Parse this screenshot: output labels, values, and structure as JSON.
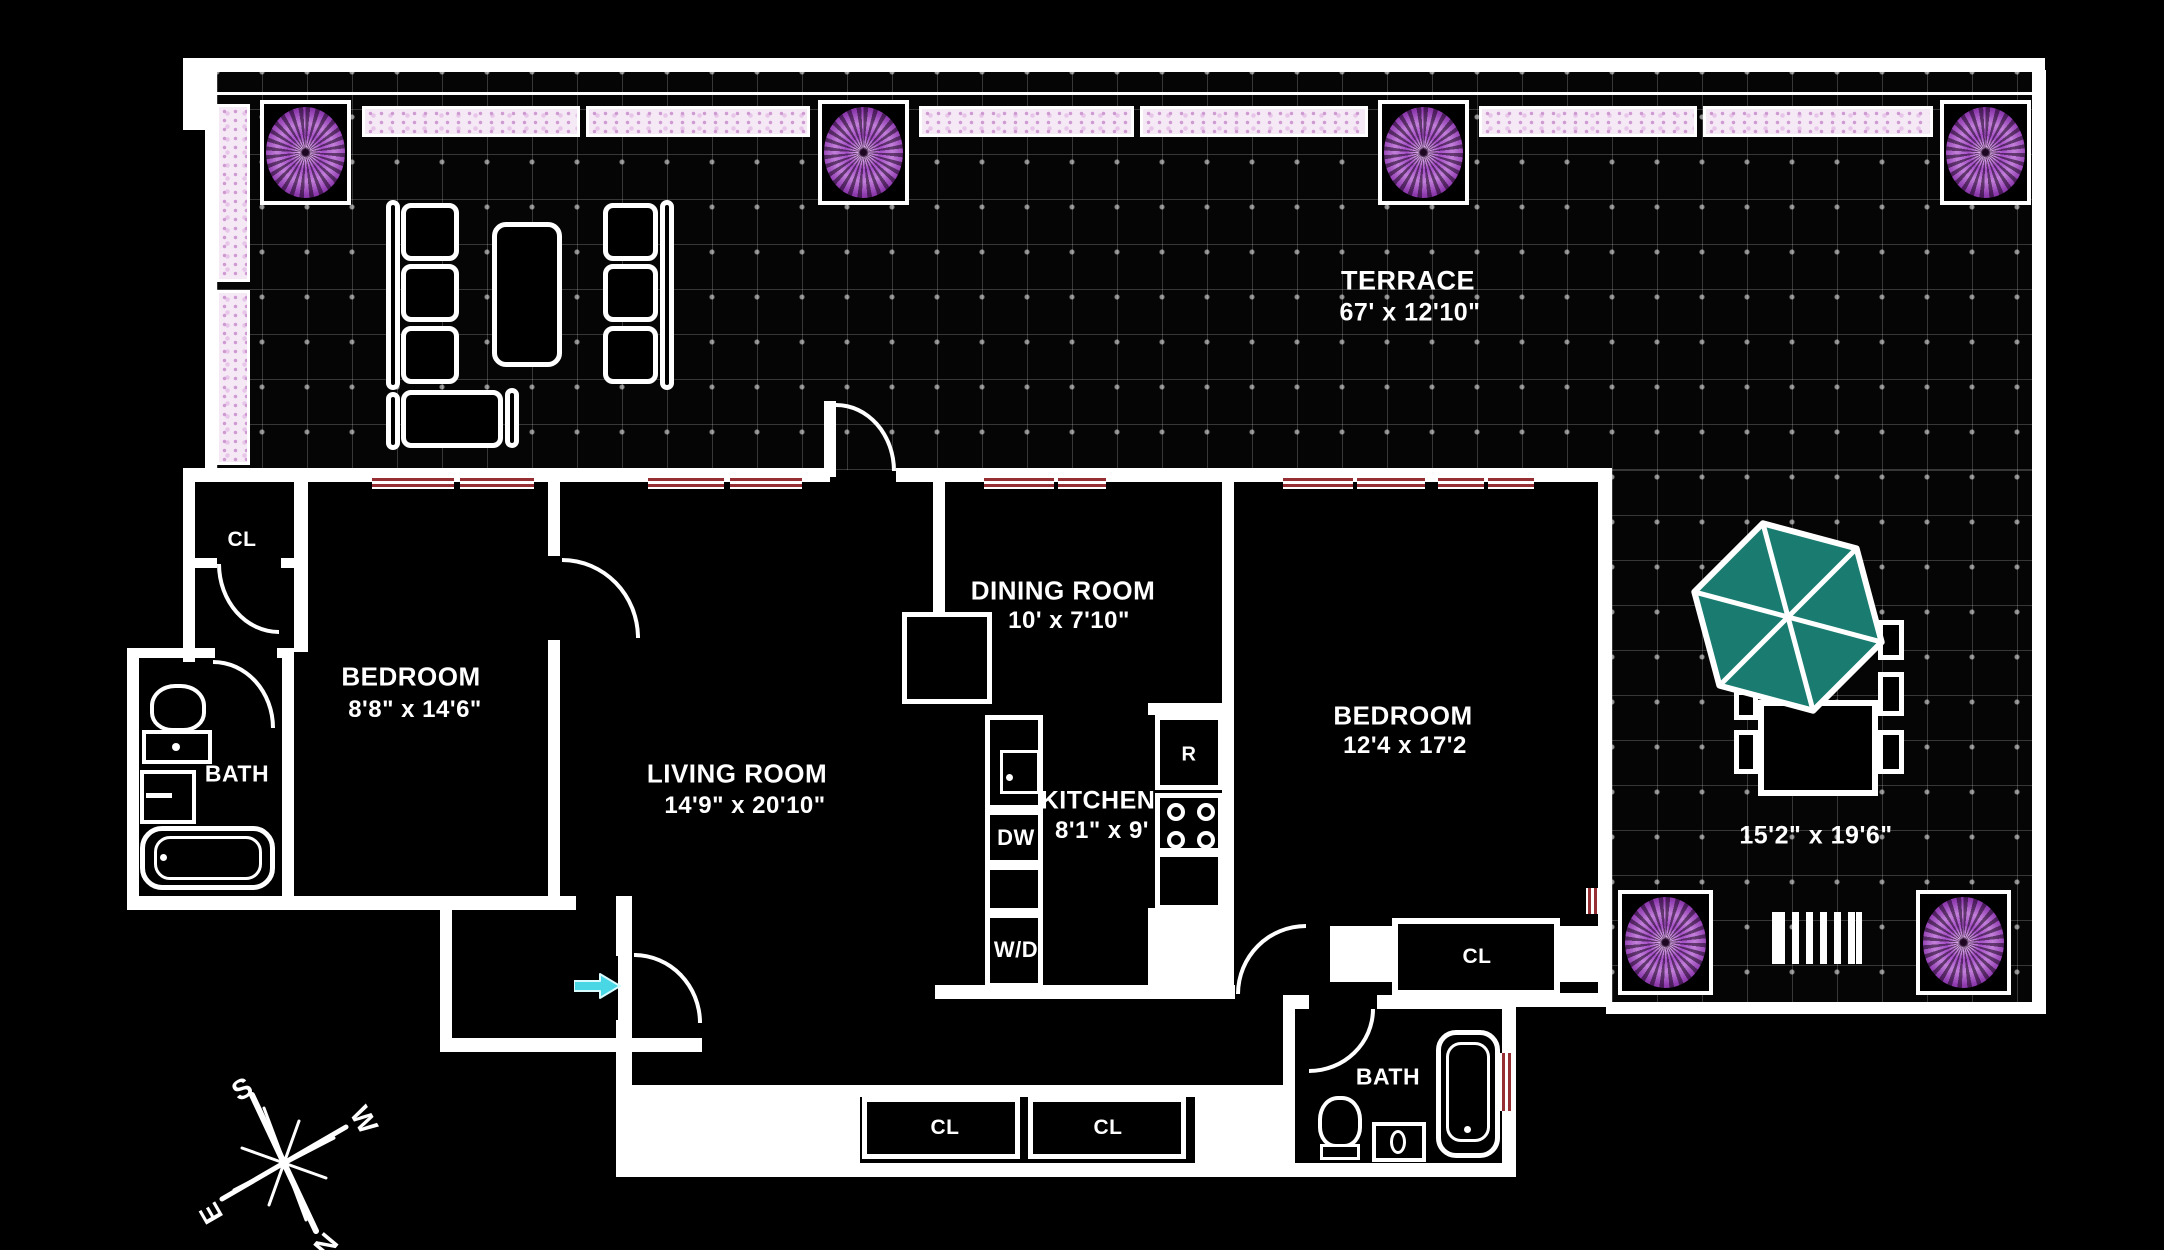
{
  "terrace": {
    "label": "TERRACE",
    "dims": "67' x 12'10\"",
    "right_dims": "15'2\" x 19'6\""
  },
  "rooms": {
    "bedroom1": {
      "label": "BEDROOM",
      "dims": "8'8\" x 14'6\""
    },
    "living": {
      "label": "LIVING ROOM",
      "dims": "14'9\" x 20'10\""
    },
    "dining": {
      "label": "DINING ROOM",
      "dims": "10' x 7'10\""
    },
    "kitchen": {
      "label": "KITCHEN",
      "dims": "8'1\" x 9'"
    },
    "bedroom2": {
      "label": "BEDROOM",
      "dims": "12'4 x 17'2"
    },
    "bath": {
      "label": "BATH"
    },
    "closet": {
      "label": "CL"
    }
  },
  "appliances": {
    "dishwasher": "DW",
    "washer_dryer": "W/D",
    "refrigerator": "R"
  },
  "compass": {
    "north": "N",
    "south": "S",
    "east": "E",
    "west": "W"
  },
  "colors": {
    "wall": "#ffffff",
    "background": "#000000",
    "radiator": "#962f33",
    "umbrella": "#1a7c71",
    "plant": "#b06ad0",
    "flowerbox": "#f5e9f5",
    "entry_arrow": "#49d7e6",
    "grid_line": "#5a5a5a"
  }
}
